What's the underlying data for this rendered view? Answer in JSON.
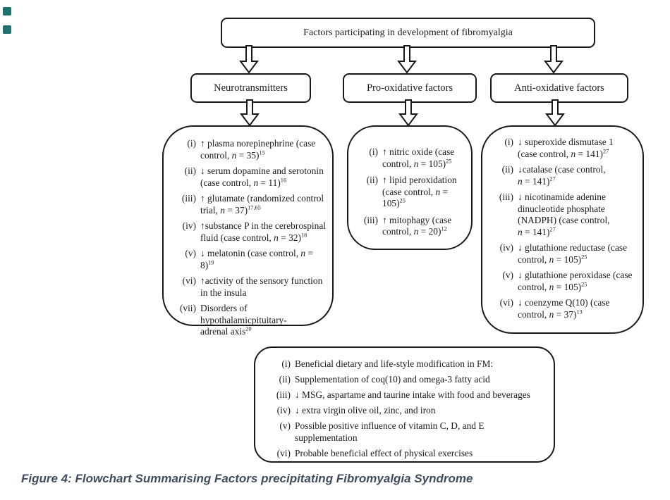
{
  "colors": {
    "box_border": "#1a1a1a",
    "text": "#1c1c1c",
    "caption_text": "#3f4d5f",
    "bullet_teal": "#23716f"
  },
  "figure": {
    "root": "Factors participating in development of fibromyalgia",
    "branches": [
      {
        "title": "Neurotransmitters",
        "items": [
          {
            "label": "(i)",
            "html": "↑ plasma norepinephrine (case<br>control, <i>n</i> = 35)<sup>15</sup>"
          },
          {
            "label": "(ii)",
            "html": "↓ serum dopamine and serotonin<br>(case control, <i>n</i> = 11)<sup>16</sup>"
          },
          {
            "label": "(iii)",
            "html": "↑ glutamate (randomized control<br>trial, <i>n</i> = 37)<sup>17,65</sup>"
          },
          {
            "label": "(iv)",
            "html": "↑substance P in the cerebrospinal<br>fluid (case control, <i>n</i> = 32)<sup>18</sup>"
          },
          {
            "label": "(v)",
            "html": "↓ melatonin (case control, <i>n</i> = 8)<sup>19</sup>"
          },
          {
            "label": "(vi)",
            "html": "↑activity of the sensory function<br>in the insula"
          },
          {
            "label": "(vii)",
            "html": "Disorders of hypothalamicpituitary-<br>adrenal axis<sup>20</sup>"
          }
        ]
      },
      {
        "title": "Pro-oxidative factors",
        "items": [
          {
            "label": "(i)",
            "html": "↑ nitric oxide (case<br>control, <i>n</i> = 105)<sup>25</sup>"
          },
          {
            "label": "(ii)",
            "html": "↑ lipid peroxidation<br>(case control, <i>n</i> = 105)<sup>25</sup>"
          },
          {
            "label": "(iii)",
            "html": "↑ mitophagy (case<br>control, <i>n</i> = 20)<sup>12</sup>"
          }
        ]
      },
      {
        "title": "Anti-oxidative factors",
        "items": [
          {
            "label": "(i)",
            "html": "↓ superoxide dismutase 1<br>(case control, <i>n</i> = 141)<sup>27</sup>"
          },
          {
            "label": "(ii)",
            "html": "↓catalase (case control,<br><i>n</i> = 141)<sup>27</sup>"
          },
          {
            "label": "(iii)",
            "html": "↓ nicotinamide adenine<br>dinucleotide phosphate<br>(NADPH) (case control,<br><i>n</i> = 141)<sup>27</sup>"
          },
          {
            "label": "(iv)",
            "html": "↓ glutathione reductase (case<br>control, <i>n</i> = 105)<sup>25</sup>"
          },
          {
            "label": "(v)",
            "html": "↓ glutathione peroxidase (case<br>control, <i>n</i> = 105)<sup>25</sup>"
          },
          {
            "label": "(vi)",
            "html": "↓ coenzyme Q(10) (case<br>control, <i>n</i> = 37)<sup>13</sup>"
          }
        ]
      }
    ],
    "summary": {
      "items": [
        {
          "label": "(i)",
          "html": "Beneficial dietary and life-style modification in FM:"
        },
        {
          "label": "(ii)",
          "html": "Supplementation of coq(10) and omega-3 fatty acid"
        },
        {
          "label": "(iii)",
          "html": "↓ MSG, aspartame and taurine intake with food and beverages"
        },
        {
          "label": "(iv)",
          "html": "↓ extra virgin olive oil, zinc, and iron"
        },
        {
          "label": "(v)",
          "html": "Possible positive influence of vitamin C, D, and E<br>supplementation"
        },
        {
          "label": "(vi)",
          "html": "Probable beneficial effect of physical exercises"
        }
      ]
    },
    "caption": "Figure 4: Flowchart Summarising Factors precipitating Fibromyalgia Syndrome"
  }
}
